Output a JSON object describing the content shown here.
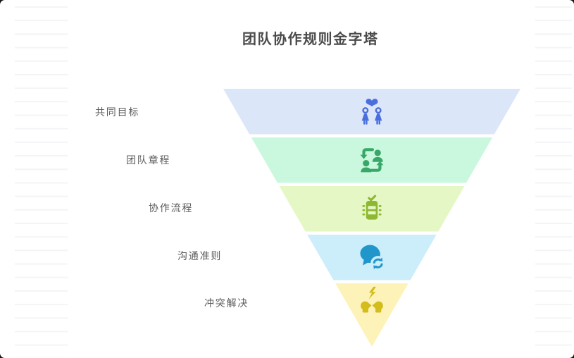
{
  "page": {
    "title": "团队协作规则金字塔"
  },
  "colors": {
    "page_background": "#ffffff",
    "outside_corner": "#161616",
    "ruled_line": "#f4f4f6",
    "title_text": "#4a4a4a",
    "label_text": "#5c5c5c"
  },
  "chart_data": {
    "type": "funnel-pyramid",
    "title": "团队协作规则金字塔",
    "orientation": "inverted",
    "levels": [
      {
        "rank": 1,
        "label": "共同目标",
        "bg_color": "#dce6f9",
        "icon": "team-heart-icon",
        "icon_color": "#4a6fdd"
      },
      {
        "rank": 2,
        "label": "团队章程",
        "bg_color": "#c9f8de",
        "icon": "people-exchange-icon",
        "icon_color": "#38a767"
      },
      {
        "rank": 3,
        "label": "协作流程",
        "bg_color": "#e5f7c5",
        "icon": "checklist-icon",
        "icon_color": "#8eb832"
      },
      {
        "rank": 4,
        "label": "沟通准则",
        "bg_color": "#ccedfa",
        "icon": "chat-sync-icon",
        "icon_color": "#2196cb"
      },
      {
        "rank": 5,
        "label": "冲突解决",
        "bg_color": "#fdf3b9",
        "icon": "conflict-heads-icon",
        "icon_color": "#d3bc1b"
      }
    ]
  }
}
